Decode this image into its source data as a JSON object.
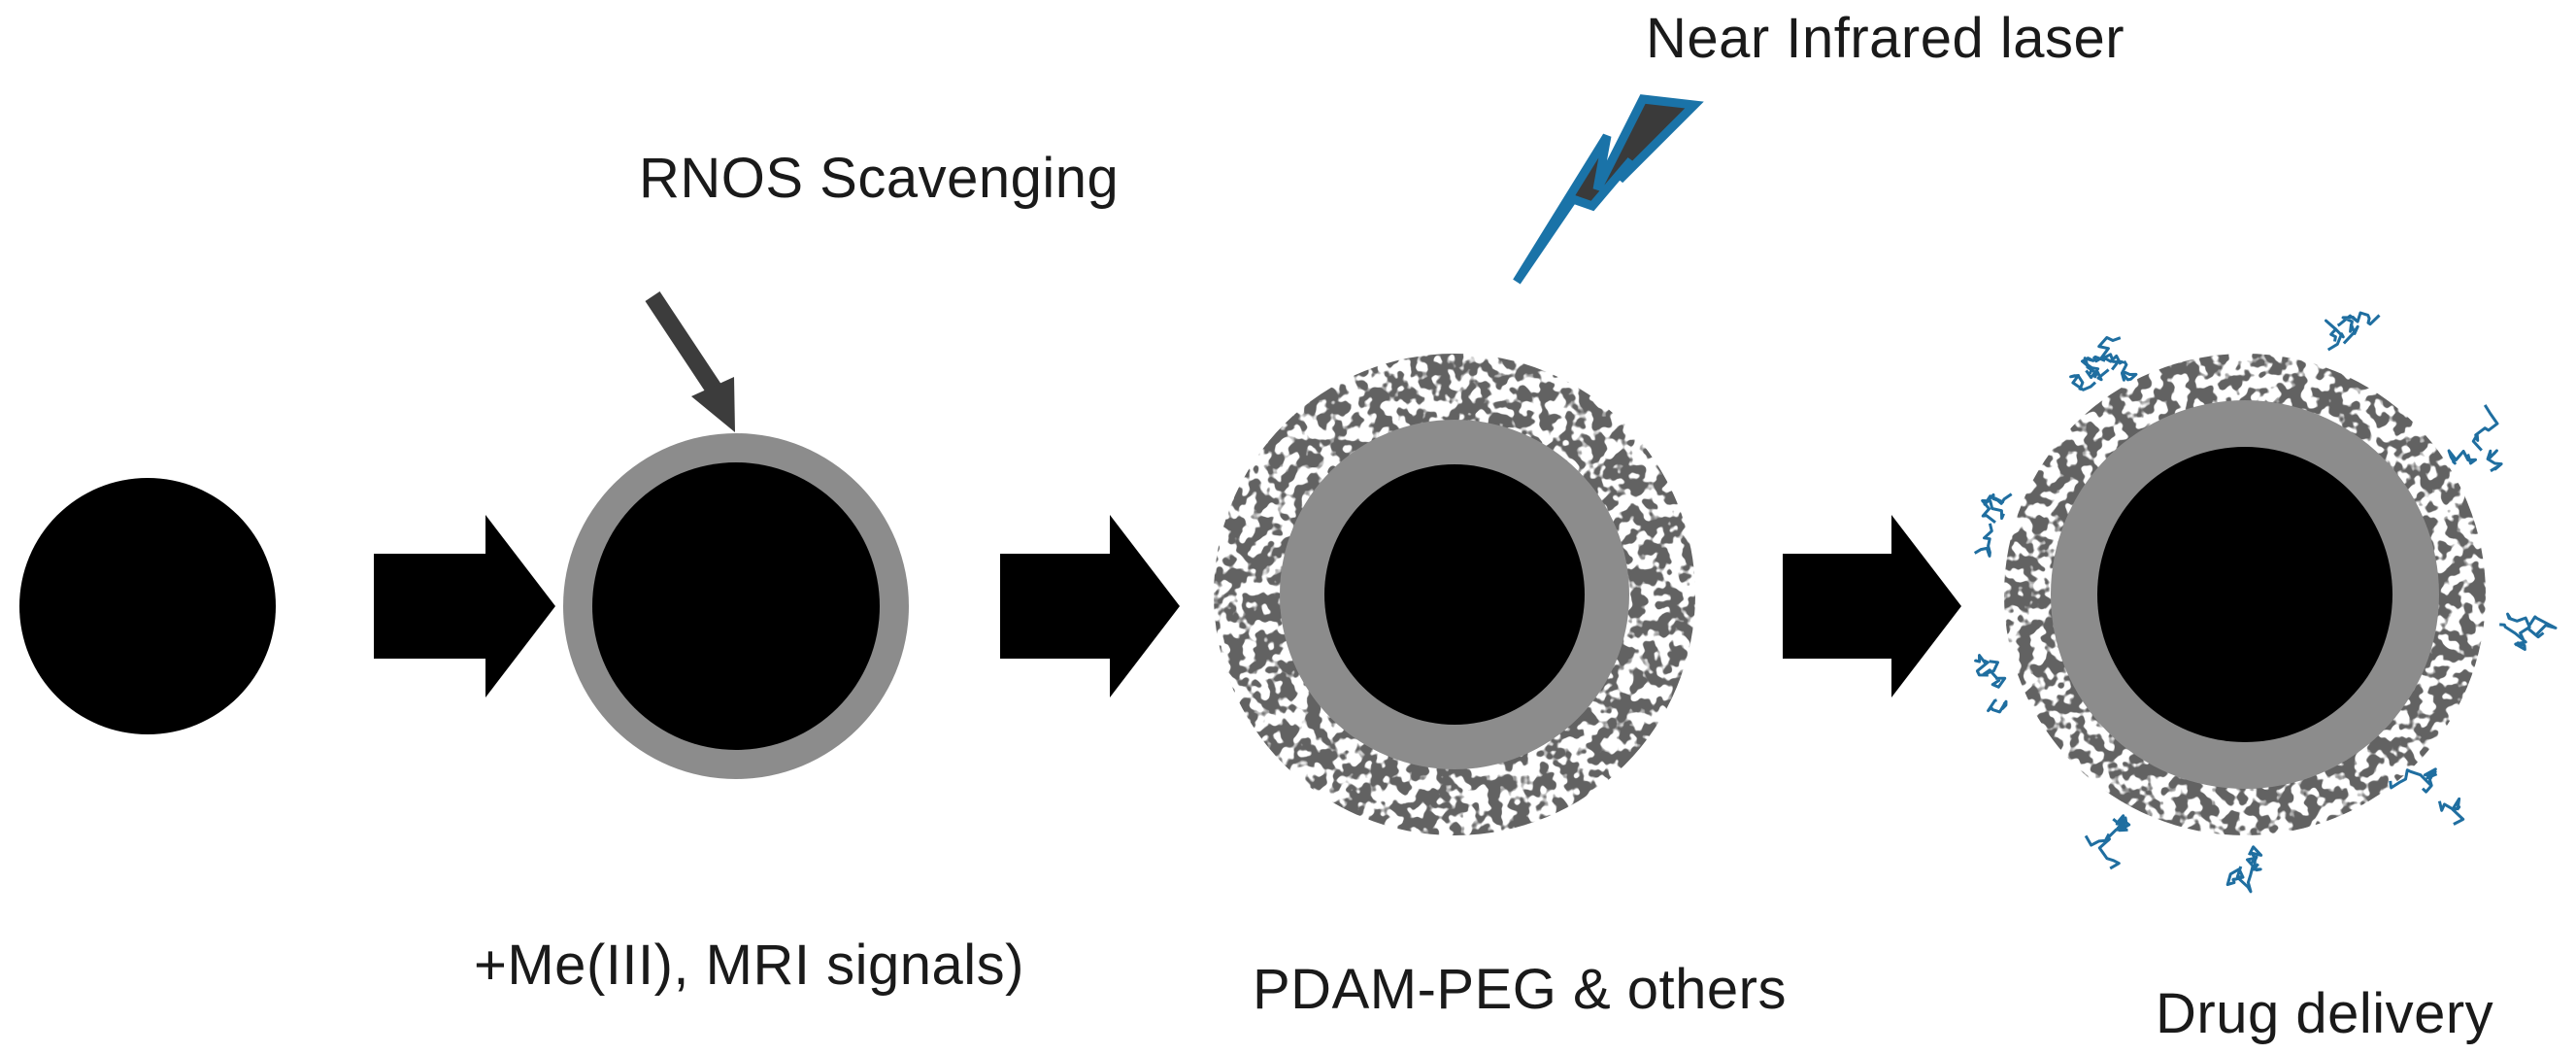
{
  "labels": {
    "rnos": "RNOS Scavenging",
    "nir": "Near Infrared laser",
    "me": "+Me(III), MRI signals)",
    "pdam": "PDAM-PEG & others",
    "drug": "Drug delivery"
  },
  "colors": {
    "core": "#000000",
    "shell": "#8c8c8c",
    "coating": "#2a2a2a",
    "drug": "#1f6ea0",
    "laser_fill": "#3a3a3a",
    "laser_stroke": "#1a73a8",
    "arrow": "#000000",
    "pointer": "#3c3c3c"
  },
  "icons": {
    "laser": "lightning-bolt-icon",
    "pointer": "pointer-arrow-icon",
    "process_arrow": "right-arrow-icon"
  }
}
